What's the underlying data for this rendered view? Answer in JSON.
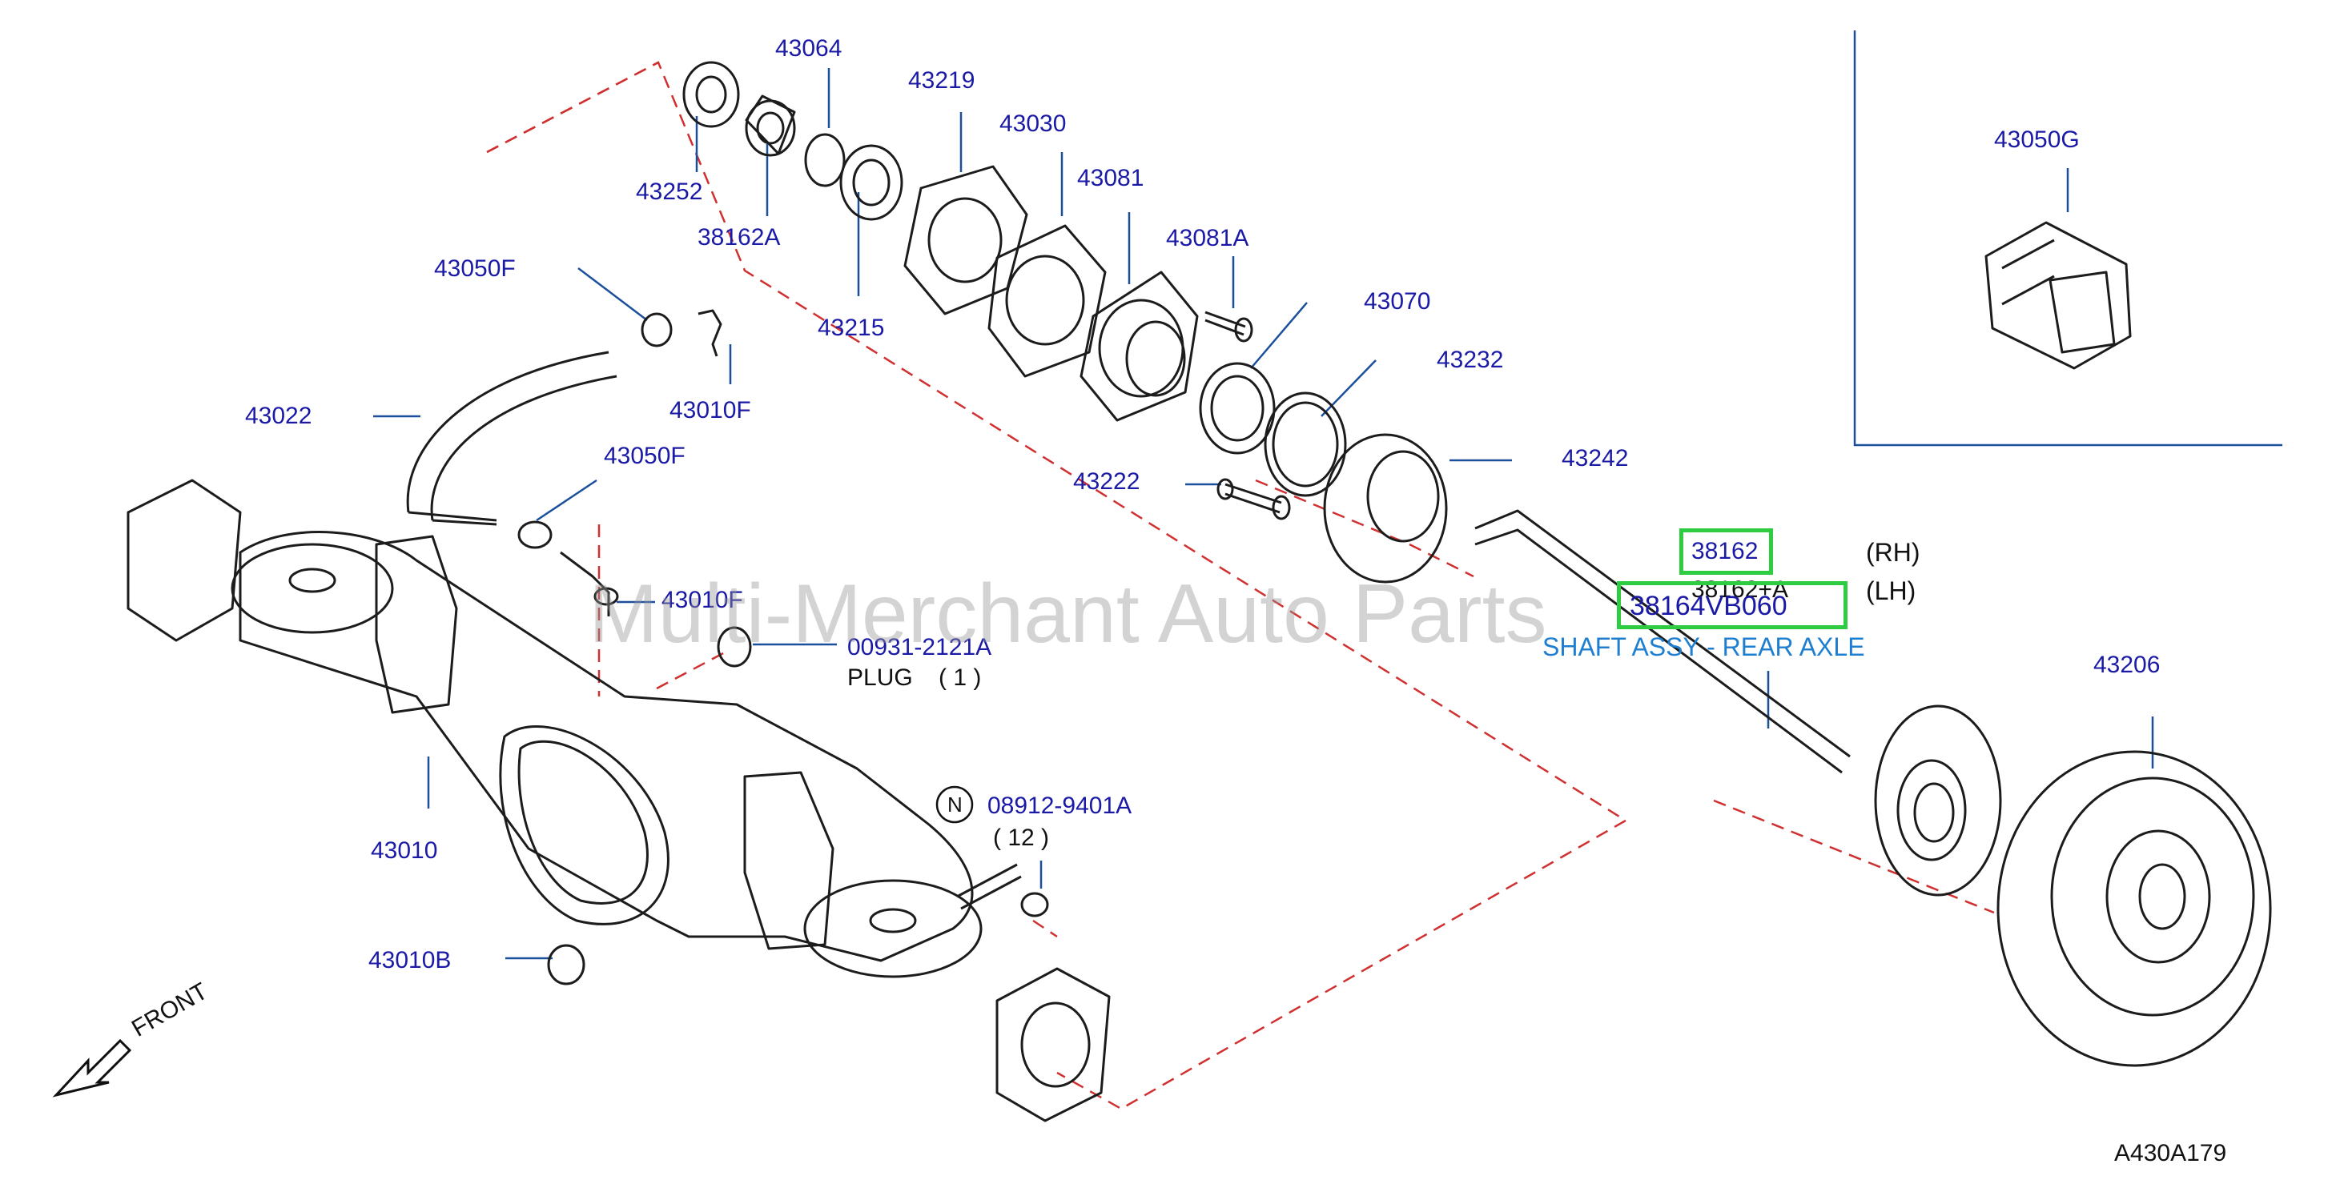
{
  "diagram_code": "A430A179",
  "watermark": "Multi-Merchant Auto Parts",
  "front_label": "FRONT",
  "colors": {
    "part_number": "#1a1aa6",
    "highlight": "#2ecc40",
    "subtitle": "#1e7fd0",
    "leader": "#1a4f9c",
    "dashed": "#d03030"
  },
  "parts": {
    "p43064": "43064",
    "p43219": "43219",
    "p43030": "43030",
    "p43252": "43252",
    "p38162A": "38162A",
    "p43081": "43081",
    "p43081A": "43081A",
    "p43215": "43215",
    "p43050F_top": "43050F",
    "p43070": "43070",
    "p43232": "43232",
    "p43022": "43022",
    "p43010F_top": "43010F",
    "p43050F_mid": "43050F",
    "p43242": "43242",
    "p43222": "43222",
    "p43010F_mid": "43010F",
    "p00931": "00931-2121A",
    "p43010": "43010",
    "p08912": "08912-9401A",
    "p43010B": "43010B",
    "p43050G": "43050G",
    "p43206": "43206",
    "p38162": "38162",
    "p38162_A": "38162+A",
    "p38164VB060": "38164VB060"
  },
  "notes": {
    "plug": "PLUG",
    "plug_qty": "( 1 )",
    "nut_symbol": "N",
    "nut_qty": "( 12 )",
    "rh": "(RH)",
    "lh": "(LH)"
  },
  "highlight": {
    "subtitle": "SHAFT ASSY - REAR AXLE"
  }
}
